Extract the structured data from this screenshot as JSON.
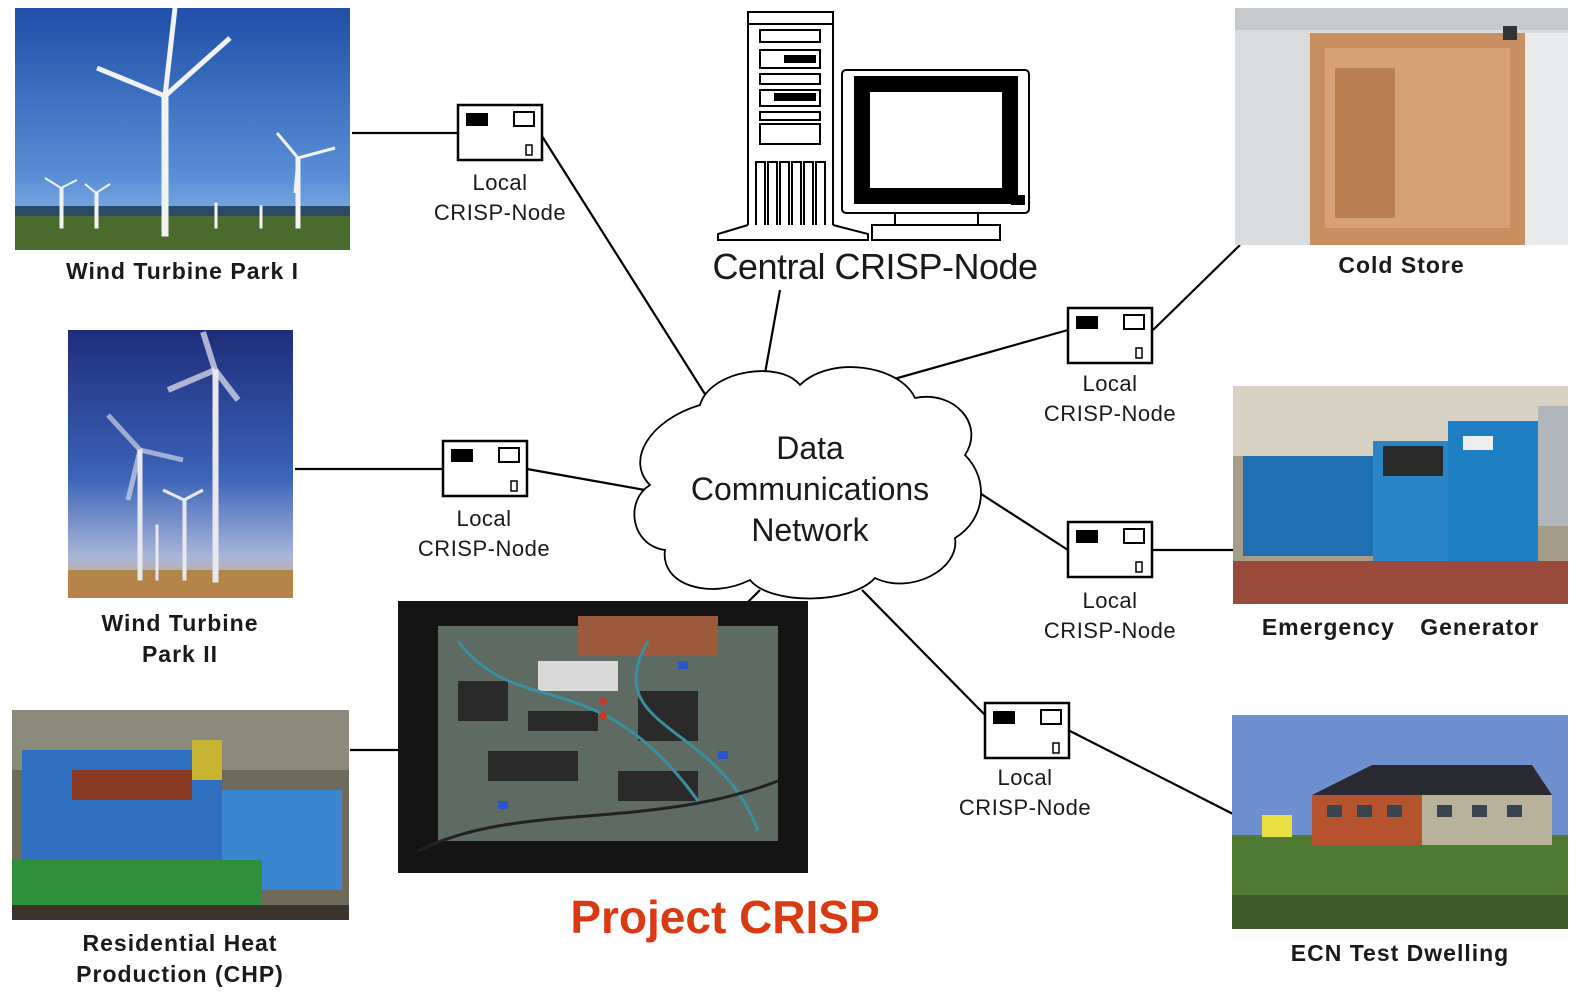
{
  "title": "Project CRISP",
  "central_node": {
    "label": "Central CRISP-Node"
  },
  "network": {
    "line1": "Data",
    "line2": "Communications",
    "line3": "Network"
  },
  "local_node": {
    "line1": "Local",
    "line2": "CRISP-Node"
  },
  "sites": {
    "wind1": {
      "line1": "Wind Turbine Park I"
    },
    "wind2": {
      "line1": "Wind Turbine",
      "line2": "Park II"
    },
    "chp": {
      "line1": "Residential Heat",
      "line2": "Production (CHP)"
    },
    "cold": {
      "line1": "Cold Store"
    },
    "generator": {
      "line1": "Emergency Generator"
    },
    "dwelling": {
      "line1": "ECN Test Dwelling"
    }
  },
  "colors": {
    "title": "#d93a12",
    "line": "#000000",
    "sky": "#2f67b8",
    "machine": "#2b7fc9"
  }
}
